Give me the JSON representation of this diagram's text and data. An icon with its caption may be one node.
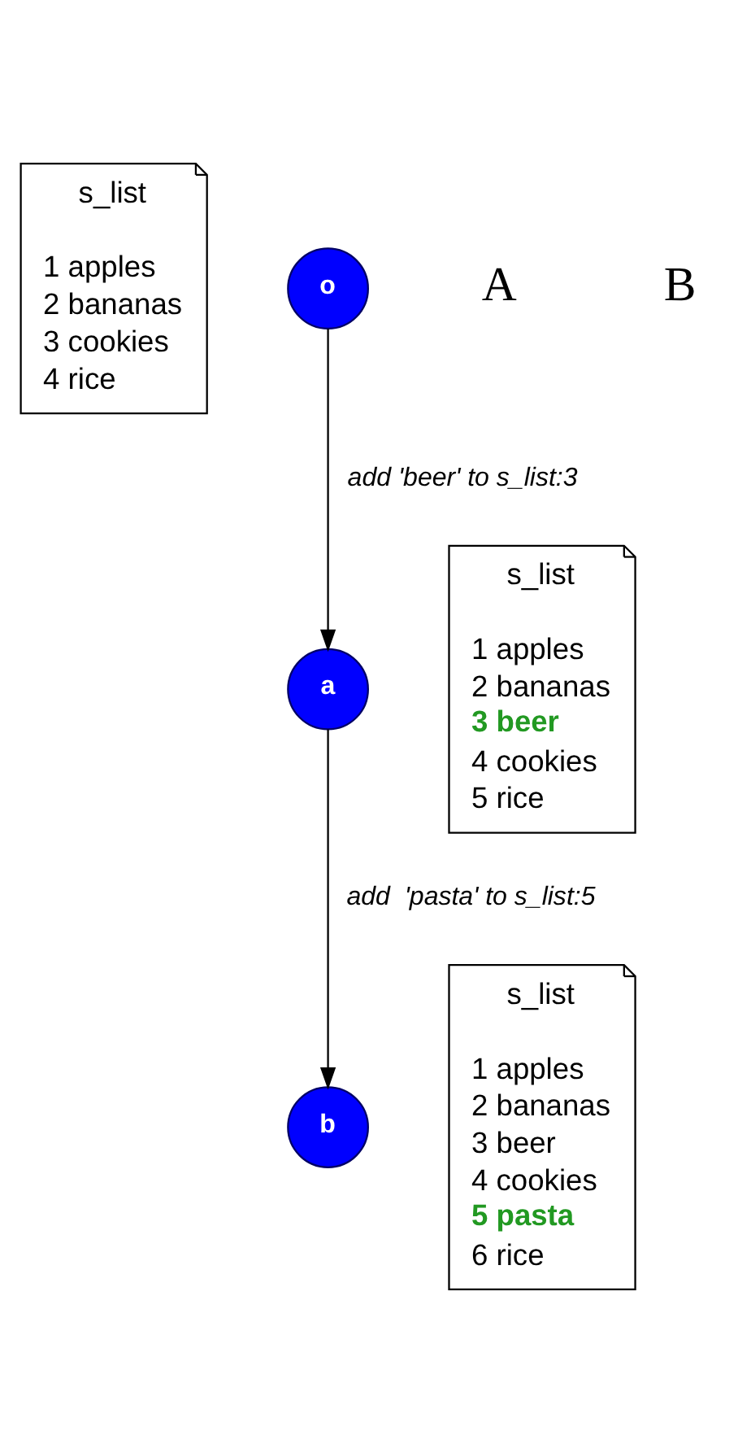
{
  "diagram": {
    "nodes": [
      {
        "text": [
          "s_list",
          "1 apples",
          "2 bananas",
          "3 cookies",
          "4 rice"
        ]
      },
      {
        "text": [
          "o"
        ]
      },
      {
        "text": [
          "s_list",
          "1 apples",
          "2 bananas",
          "3 beer",
          "4 cookies",
          "5 rice"
        ]
      },
      {
        "text": [
          "a"
        ]
      },
      {
        "text": [
          "s_list",
          "1 apples",
          "2 bananas",
          "3 beer",
          "4 cookies",
          "5 pasta",
          "6 rice"
        ]
      },
      {
        "text": [
          "b"
        ]
      }
    ],
    "edges": [
      {
        "from": 1,
        "to": 3,
        "arrow": "to",
        "label": "add 'beer' to s_list:3"
      },
      {
        "from": 3,
        "to": 5,
        "arrow": "to",
        "label": "add  'pasta' to s_list:5"
      }
    ],
    "labels": [
      "A",
      "B"
    ]
  }
}
